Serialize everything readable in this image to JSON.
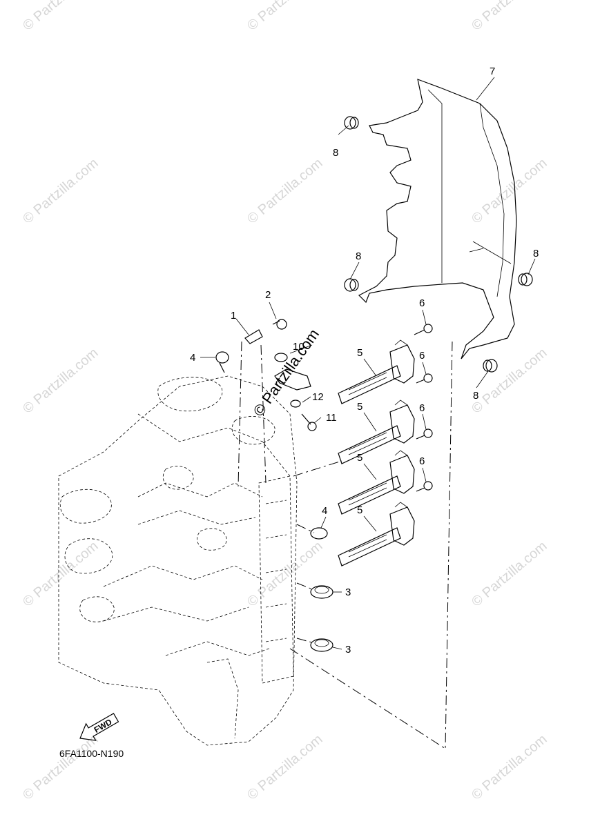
{
  "watermark": "© Partzilla.com",
  "diagram_code": "6FA1100-N190",
  "fwd_label": "FWD",
  "callouts": {
    "c1": "1",
    "c2": "2",
    "c3a": "3",
    "c3b": "3",
    "c4a": "4",
    "c4b": "4",
    "c5a": "5",
    "c5b": "5",
    "c5c": "5",
    "c5d": "5",
    "c6a": "6",
    "c6b": "6",
    "c6c": "6",
    "c6d": "6",
    "c7": "7",
    "c8a": "8",
    "c8b": "8",
    "c8c": "8",
    "c8d": "8",
    "c10": "10",
    "c11": "11",
    "c12": "12"
  }
}
